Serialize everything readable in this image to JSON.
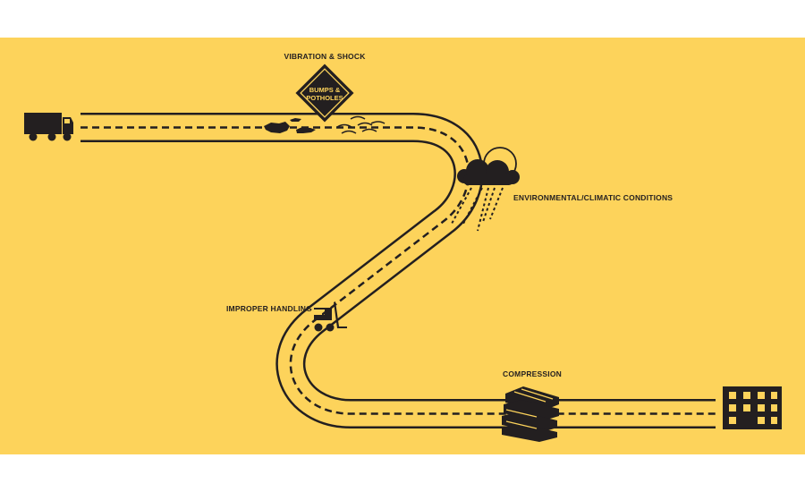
{
  "labels": {
    "vibration": "VIBRATION & SHOCK",
    "sign_line1": "BUMPS &",
    "sign_line2": "POTHOLES",
    "environmental": "ENVIRONMENTAL/CLIMATIC CONDITIONS",
    "handling": "IMPROPER HANDLING",
    "compression": "COMPRESSION"
  },
  "colors": {
    "background": "#FDD35B",
    "ink": "#231f20"
  }
}
